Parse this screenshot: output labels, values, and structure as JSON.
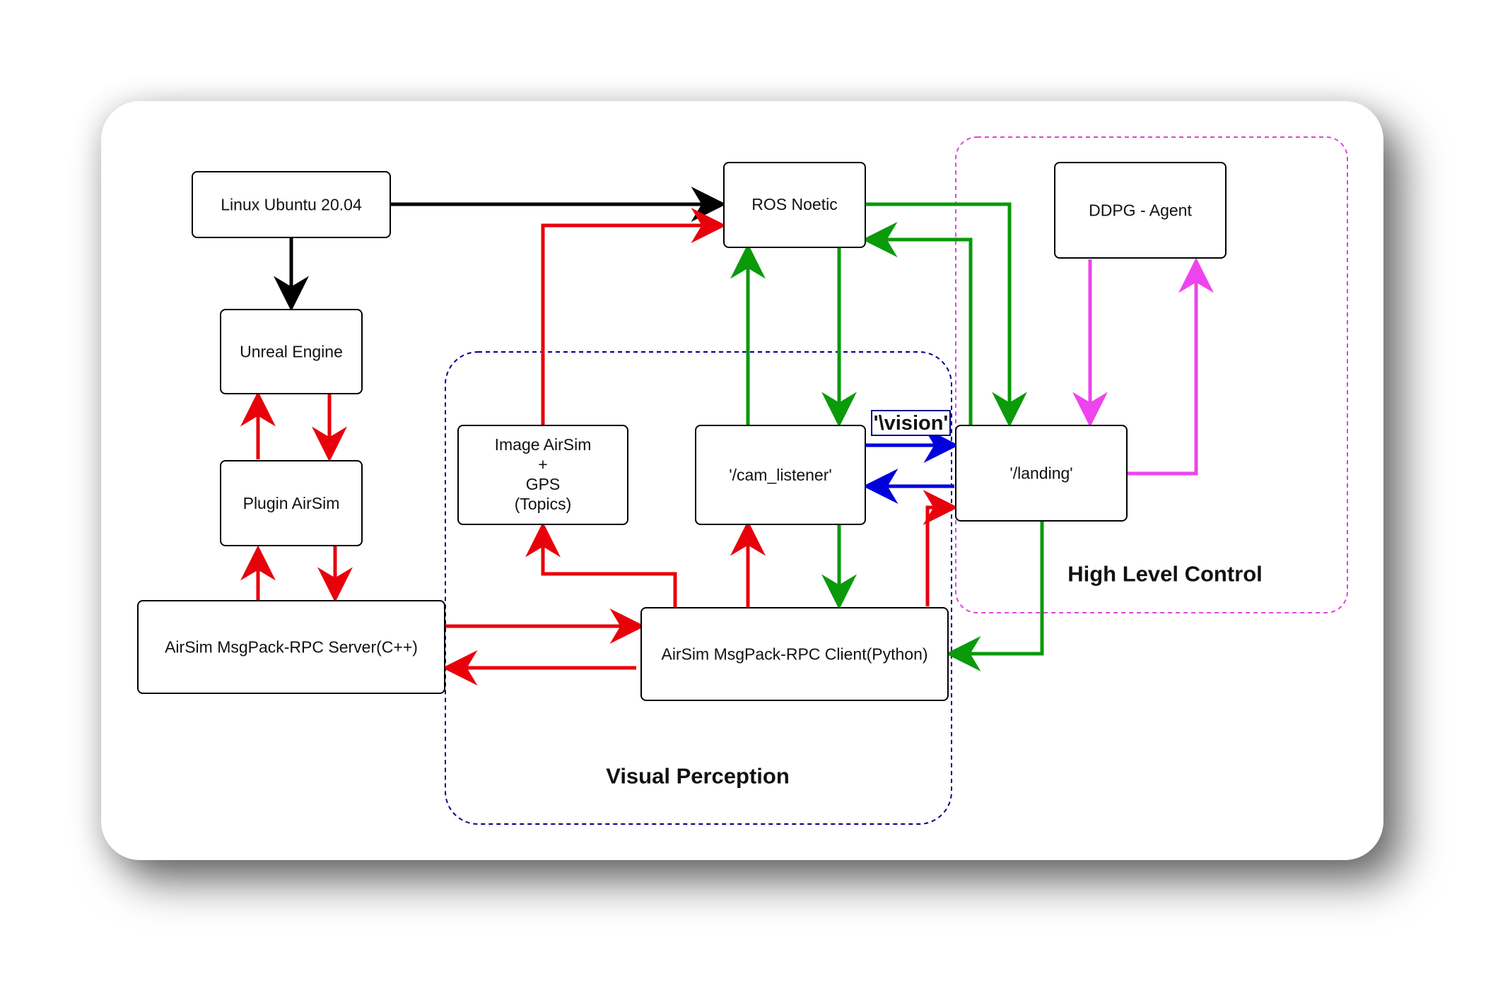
{
  "nodes": {
    "linux": "Linux Ubuntu 20.04",
    "unreal": "Unreal Engine",
    "plugin": "Plugin AirSim",
    "server": "AirSim MsgPack-RPC Server(C++)",
    "image": [
      "Image AirSim",
      "+",
      "GPS",
      "(Topics)"
    ],
    "ros": "ROS Noetic",
    "cam": "'/cam_listener'",
    "client": "AirSim MsgPack-RPC Client(Python)",
    "landing": "'/landing'",
    "ddpg": "DDPG - Agent"
  },
  "groups": {
    "visual_perception": "Visual Perception",
    "high_level_control": "High Level Control"
  },
  "edge_labels": {
    "vision": "'\\vision'"
  },
  "colors": {
    "black": "#000000",
    "red": "#e8000b",
    "green": "#0a9a0a",
    "blue": "#0000dd",
    "magenta": "#ee44ee",
    "visual_group_border": "#00008b",
    "control_group_border": "#dd44dd"
  }
}
